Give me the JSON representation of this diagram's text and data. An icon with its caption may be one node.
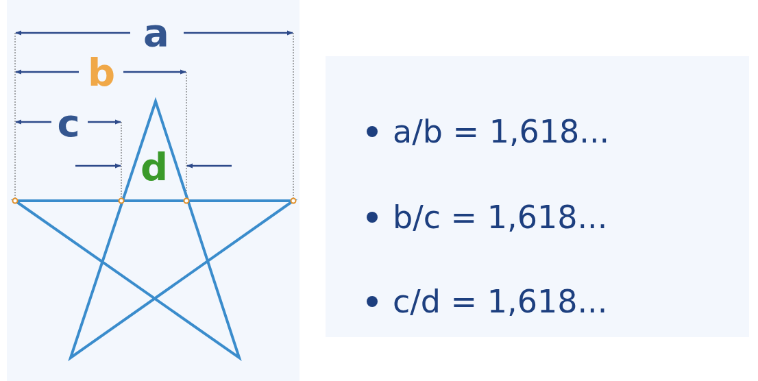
{
  "diagram": {
    "nodes": [
      {
        "text": [
          "a",
          "b",
          "c",
          "d"
        ]
      },
      {
        "text": [
          "a/b = 1,618...",
          "b/c = 1,618...",
          "c/d = 1,618..."
        ]
      }
    ]
  }
}
